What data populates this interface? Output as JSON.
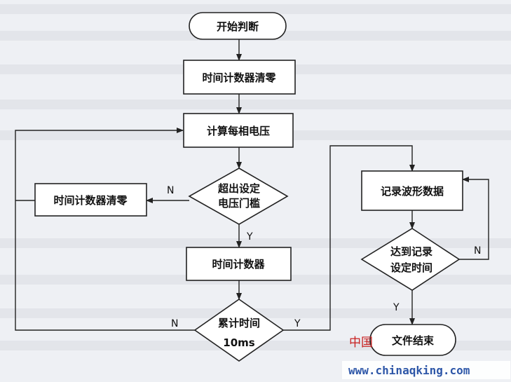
{
  "nodes": {
    "start": "开始判断",
    "reset_timer_1": "时间计数器清零",
    "calc_voltage": "计算每相电压",
    "threshold_line1": "超出设定",
    "threshold_line2": "电压门槛",
    "reset_timer_2": "时间计数器清零",
    "timer_counter": "时间计数器",
    "accum_line1": "累计时间",
    "accum_line2": "10ms",
    "record_waveform": "记录波形数据",
    "reach_line1": "达到记录",
    "reach_line2": "设定时间",
    "end": "文件结束"
  },
  "edge_labels": {
    "threshold_no": "N",
    "threshold_yes": "Y",
    "accum_no": "N",
    "accum_yes": "Y",
    "reach_no": "N",
    "reach_yes": "Y"
  },
  "watermark": {
    "site_cn": "中国",
    "url": "www.chinaqking.com"
  }
}
